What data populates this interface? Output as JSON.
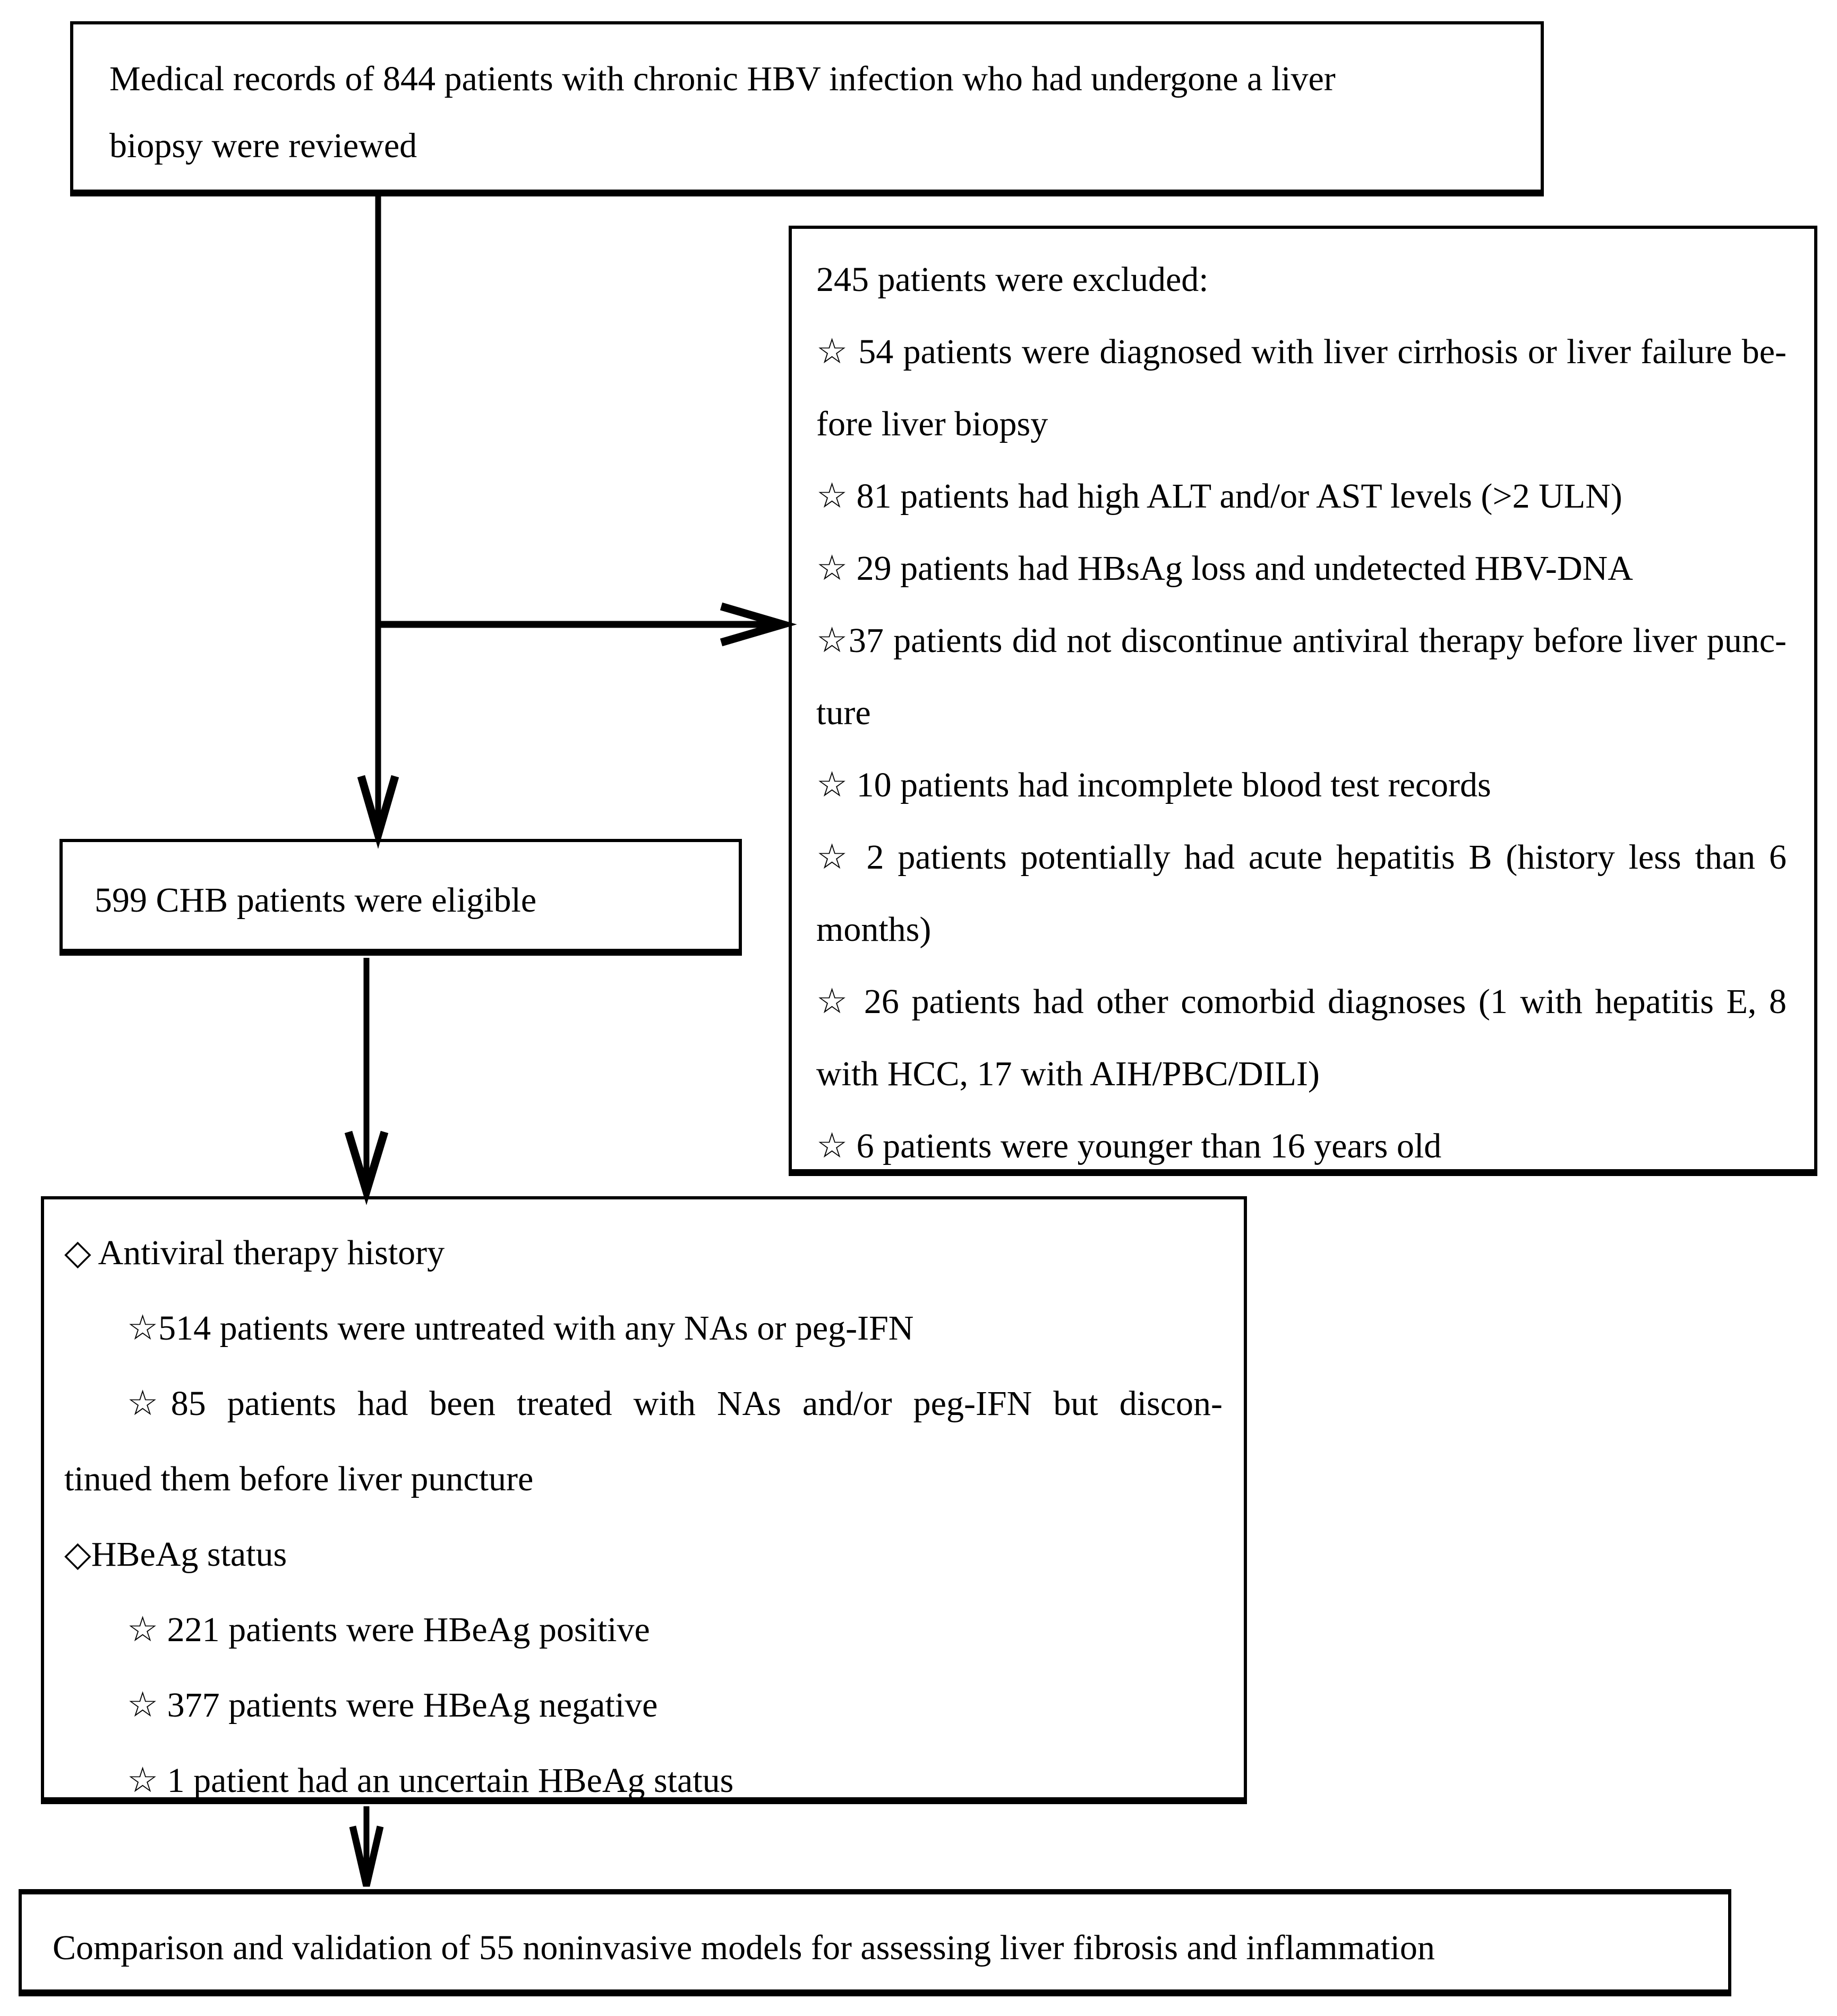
{
  "figure": {
    "type": "patient-flow-diagram",
    "colors": {
      "line": "#000000",
      "background": "#ffffff",
      "text": "#000000"
    }
  },
  "records_box": {
    "lines": [
      "Medical records of 844 patients with chronic HBV infection who had undergone a liver",
      "biopsy were reviewed"
    ]
  },
  "excluded_box": {
    "lines": [
      "245 patients were excluded:",
      "☆ 54 patients were diagnosed with liver cirrhosis or liver failure be-",
      "fore liver biopsy",
      "☆ 81 patients had high ALT and/or AST levels (>2 ULN)",
      "☆ 29 patients had HBsAg loss and undetected HBV-DNA",
      "☆37 patients did not discontinue antiviral therapy before liver punc-",
      "ture",
      "☆ 10 patients had incomplete blood test records",
      "☆ 2 patients potentially had acute hepatitis B (history less than 6",
      "months)",
      "☆ 26 patients had other comorbid diagnoses (1 with hepatitis E, 8",
      "with HCC, 17 with AIH/PBC/DILI)",
      "☆ 6 patients were younger than 16 years old"
    ]
  },
  "eligible_box": {
    "text": "599 CHB patients were eligible"
  },
  "characteristics_box": {
    "lines": [
      "◇ Antiviral therapy history",
      "☆514 patients were untreated with any NAs or peg-IFN",
      "☆85 patients had been treated with NAs and/or peg-IFN but discon-",
      "tinued them before liver puncture",
      "◇HBeAg status",
      "☆ 221 patients were HBeAg positive",
      "☆ 377 patients were HBeAg negative",
      "☆ 1 patient had an uncertain HBeAg status"
    ]
  },
  "final_box": {
    "text": "Comparison and validation of 55 noninvasive models for assessing liver fibrosis and inflammation"
  }
}
